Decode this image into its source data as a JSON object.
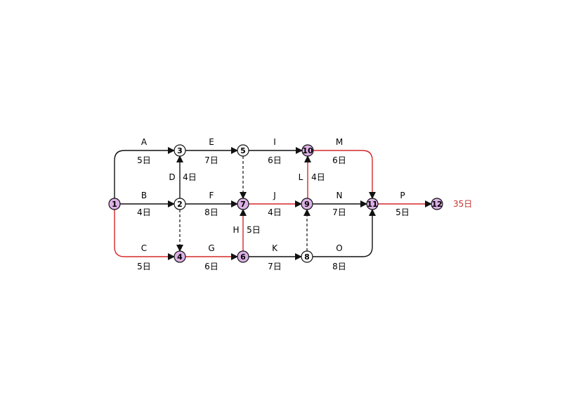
{
  "colors": {
    "critical": "#d6282a",
    "normal": "#111111",
    "critical_node_fill": "#dcb1e6",
    "node_fill": "#ffffff",
    "total": "#c43232"
  },
  "nodes": [
    {
      "id": "1",
      "critical": true
    },
    {
      "id": "2",
      "critical": false
    },
    {
      "id": "3",
      "critical": false
    },
    {
      "id": "4",
      "critical": true
    },
    {
      "id": "5",
      "critical": false
    },
    {
      "id": "6",
      "critical": true
    },
    {
      "id": "7",
      "critical": true
    },
    {
      "id": "8",
      "critical": false
    },
    {
      "id": "9",
      "critical": true
    },
    {
      "id": "10",
      "critical": true
    },
    {
      "id": "11",
      "critical": true
    },
    {
      "id": "12",
      "critical": true
    }
  ],
  "activities": [
    {
      "name": "A",
      "duration": "5日",
      "from": "1",
      "to": "3",
      "critical": false
    },
    {
      "name": "B",
      "duration": "4日",
      "from": "1",
      "to": "2",
      "critical": false
    },
    {
      "name": "C",
      "duration": "5日",
      "from": "1",
      "to": "4",
      "critical": true
    },
    {
      "name": "D",
      "duration": "4日",
      "from": "2",
      "to": "3",
      "critical": false
    },
    {
      "name": "E",
      "duration": "7日",
      "from": "3",
      "to": "5",
      "critical": false
    },
    {
      "name": "F",
      "duration": "8日",
      "from": "2",
      "to": "7",
      "critical": false
    },
    {
      "name": "G",
      "duration": "6日",
      "from": "4",
      "to": "6",
      "critical": true
    },
    {
      "name": "H",
      "duration": "5日",
      "from": "6",
      "to": "7",
      "critical": true
    },
    {
      "name": "I",
      "duration": "6日",
      "from": "5",
      "to": "10",
      "critical": false
    },
    {
      "name": "J",
      "duration": "4日",
      "from": "7",
      "to": "9",
      "critical": true
    },
    {
      "name": "K",
      "duration": "7日",
      "from": "6",
      "to": "8",
      "critical": false
    },
    {
      "name": "L",
      "duration": "4日",
      "from": "9",
      "to": "10",
      "critical": true
    },
    {
      "name": "M",
      "duration": "6日",
      "from": "10",
      "to": "11",
      "critical": true
    },
    {
      "name": "N",
      "duration": "7日",
      "from": "9",
      "to": "11",
      "critical": false
    },
    {
      "name": "O",
      "duration": "8日",
      "from": "8",
      "to": "11",
      "critical": false
    },
    {
      "name": "P",
      "duration": "5日",
      "from": "11",
      "to": "12",
      "critical": true
    }
  ],
  "dummies": [
    {
      "from": "2",
      "to": "4"
    },
    {
      "from": "5",
      "to": "7"
    },
    {
      "from": "8",
      "to": "9"
    }
  ],
  "total_duration": "35日"
}
